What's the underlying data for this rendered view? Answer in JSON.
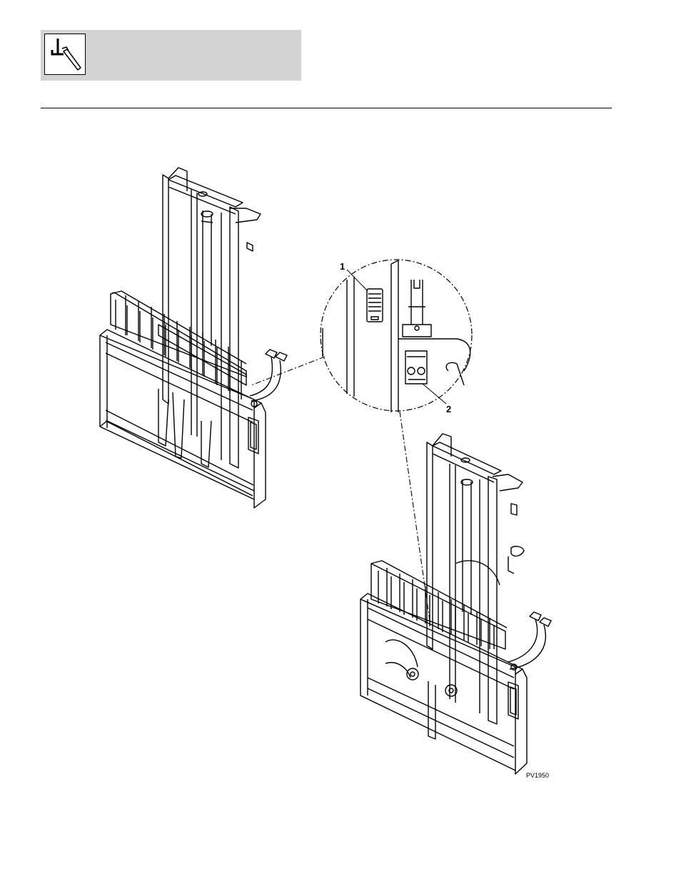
{
  "header": {
    "icon": "wrench-icon"
  },
  "figure": {
    "callouts": [
      {
        "number": "1"
      },
      {
        "number": "2"
      }
    ],
    "code": "PV1950"
  }
}
